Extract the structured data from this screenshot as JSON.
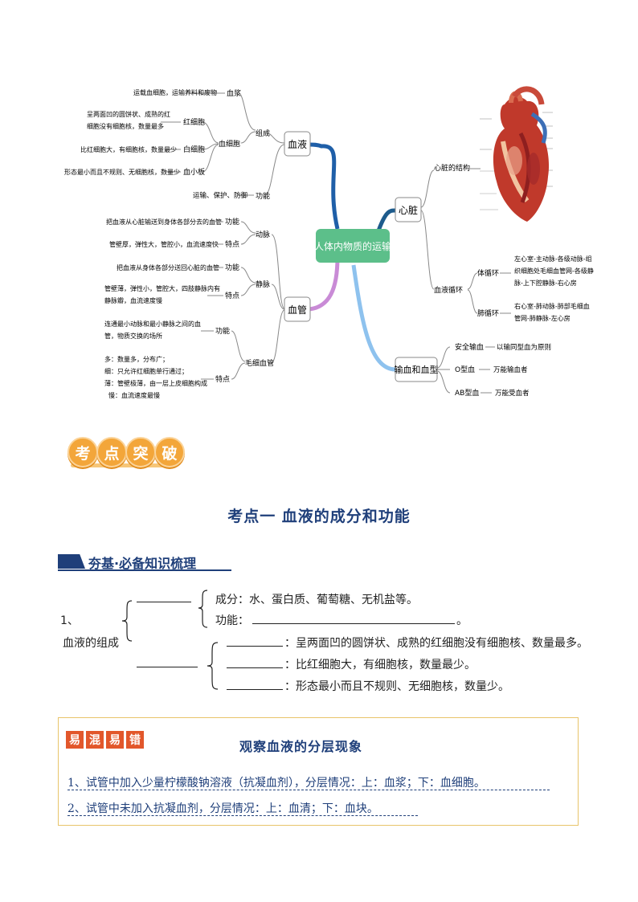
{
  "mindmap": {
    "center": "人体内物质的运输",
    "blood": {
      "label": "血液",
      "composition": "组成",
      "function": "功能",
      "plasma": "血浆",
      "plasma_desc": "运载血细胞，运输养料和废物",
      "cells": "血细胞",
      "rbc": "红细胞",
      "rbc_desc_1": "呈两面凹的圆饼状、成熟的红",
      "rbc_desc_2": "细胞没有细胞核，数量最多",
      "wbc": "白细胞",
      "wbc_desc": "比红细胞大，有细胞核，数量最少",
      "platelet": "血小板",
      "platelet_desc": "形态最小而且不规则、无细胞核，数量少",
      "function_desc": "运输、保护、防御"
    },
    "vessels": {
      "label": "血管",
      "artery": "动脉",
      "artery_func": "功能",
      "artery_func_desc": "把血液从心脏输送到身体各部分去的血管",
      "artery_feat": "特点",
      "artery_feat_desc": "管壁厚，弹性大，管腔小，血流速度快",
      "vein": "静脉",
      "vein_func": "功能",
      "vein_func_desc": "把血液从身体各部分送回心脏的血管",
      "vein_feat": "特点",
      "vein_feat_desc_1": "管壁薄，弹性小，管腔大，四肢静脉内有",
      "vein_feat_desc_2": "静脉瓣，血流速度慢",
      "capillary": "毛细血管",
      "cap_func": "功能",
      "cap_func_desc_1": "连通最小动脉和最小静脉之间的血",
      "cap_func_desc_2": "管，物质交换的场所",
      "cap_feat": "特点",
      "cap_feat_1": "多：数量多，分布广；",
      "cap_feat_2": "细：只允许红细胞单行通过；",
      "cap_feat_3": "薄：管壁极薄，由一层上皮细胞构成",
      "cap_feat_4": "慢：血流速度最慢"
    },
    "heart": {
      "label": "心脏",
      "structure": "心脏的结构",
      "circulation": "血液循环",
      "systemic": "体循环",
      "systemic_desc_1": "左心室-主动脉-各级动脉-组",
      "systemic_desc_2": "织细胞处毛细血管网-各级静",
      "systemic_desc_3": "脉-上下腔静脉-右心房",
      "pulmonary": "肺循环",
      "pulmonary_desc_1": "右心室-肺动脉-肺部毛细血",
      "pulmonary_desc_2": "管网-肺静脉-左心房"
    },
    "transfusion": {
      "label": "输血和血型",
      "safe": "安全输血",
      "safe_desc": "以输同型血为原则",
      "o": "O型血",
      "o_desc": "万能输血者",
      "ab": "AB型血",
      "ab_desc": "万能受血者"
    }
  },
  "badge": [
    "考",
    "点",
    "突",
    "破"
  ],
  "section_title": "考点一    血液的成分和功能",
  "sub_head": "夯基·必备知识梳理",
  "knowledge": {
    "num": "1、",
    "blood_comp": "血液的组成",
    "comp_label": "成分：水、蛋白质、葡萄糖、无机盐等。",
    "func_label": "功能：",
    "func_end": "。",
    "rbc": "：呈两面凹的圆饼状、成熟的红细胞没有细胞核、数量最多。",
    "wbc": "：比红细胞大，有细胞核，数量最少。",
    "platelet": "：形态最小而且不规则、无细胞核，数量少。"
  },
  "tip": {
    "tag": [
      "易",
      "混",
      "易",
      "错"
    ],
    "title": "观察血液的分层现象",
    "line1": "1、试管中加入少量柠檬酸钠溶液（抗凝血剂），分层情况：上：血浆；下：血细胞。",
    "line2": "2、试管中未加入抗凝血剂，分层情况：上：血清；下：血块。"
  },
  "colors": {
    "navy": "#1f3f7a",
    "center_fill": "#5cbf8a",
    "blood_branch": "#1f5fa8",
    "vessel_branch": "#c98bd6",
    "heart_branch": "#1d5b8c",
    "transfusion_branch": "#8ec2ee",
    "badge": "#f3a63a",
    "tag": "#e2572b"
  }
}
